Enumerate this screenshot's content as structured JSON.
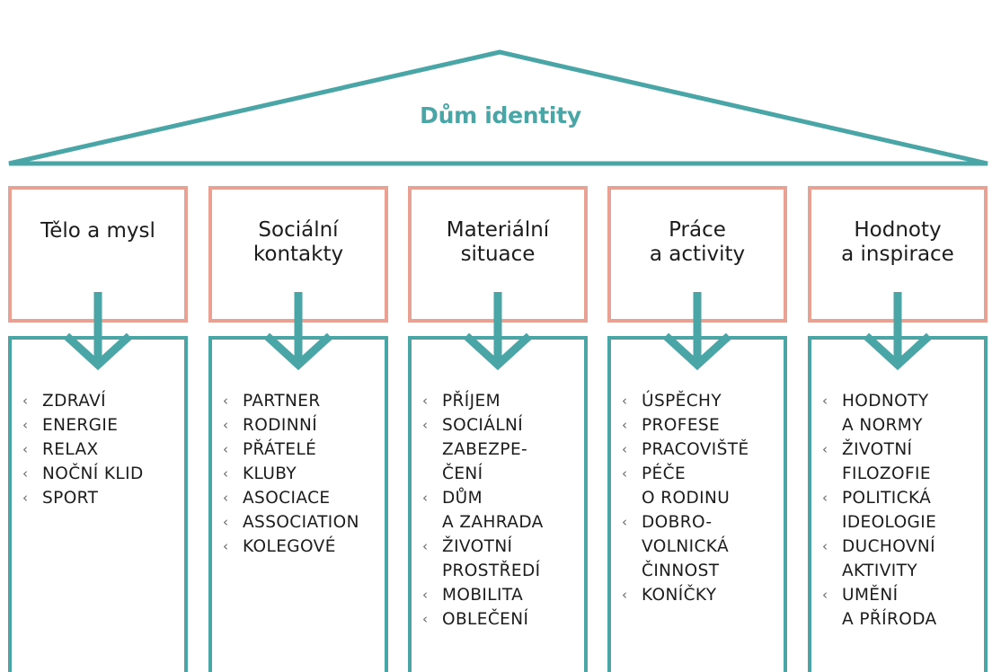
{
  "title": "Dům identity",
  "colors": {
    "teal": "#4aa5a6",
    "salmon": "#e8a193",
    "text": "#1c1c1c"
  },
  "bullet_glyph": "‹",
  "pillars": [
    {
      "heading": [
        "Tělo a mysl"
      ],
      "items": [
        [
          "ZDRAVÍ"
        ],
        [
          "ENERGIE"
        ],
        [
          "RELAX"
        ],
        [
          "NOČNÍ KLID"
        ],
        [
          "SPORT"
        ]
      ]
    },
    {
      "heading": [
        "Sociální",
        "kontakty"
      ],
      "items": [
        [
          "PARTNER"
        ],
        [
          "RODINNÍ"
        ],
        [
          "PŘÁTELÉ"
        ],
        [
          "KLUBY"
        ],
        [
          "ASOCIACE"
        ],
        [
          "ASSOCIATION"
        ],
        [
          "KOLEGOVÉ"
        ]
      ]
    },
    {
      "heading": [
        "Materiální",
        "situace"
      ],
      "items": [
        [
          "PŘÍJEM"
        ],
        [
          "SOCIÁLNÍ",
          "ZABEZPE-",
          "ČENÍ"
        ],
        [
          "DŮM",
          "A ZAHRADA"
        ],
        [
          "ŽIVOTNÍ",
          "PROSTŘEDÍ"
        ],
        [
          "MOBILITA"
        ],
        [
          "OBLEČENÍ"
        ]
      ]
    },
    {
      "heading": [
        "Práce",
        "a activity"
      ],
      "items": [
        [
          "ÚSPĚCHY"
        ],
        [
          "PROFESE"
        ],
        [
          "PRACOVIŠTĚ"
        ],
        [
          "PÉČE",
          "O RODINU"
        ],
        [
          "DOBRO-",
          "VOLNICKÁ",
          "ČINNOST"
        ],
        [
          "KONÍČKY"
        ]
      ]
    },
    {
      "heading": [
        "Hodnoty",
        "a inspirace"
      ],
      "items": [
        [
          "HODNOTY",
          "A NORMY"
        ],
        [
          "ŽIVOTNÍ",
          "FILOZOFIE"
        ],
        [
          "POLITICKÁ",
          "IDEOLOGIE"
        ],
        [
          "DUCHOVNÍ",
          "AKTIVITY"
        ],
        [
          "UMĚNÍ",
          "A PŘÍRODA"
        ]
      ]
    }
  ]
}
